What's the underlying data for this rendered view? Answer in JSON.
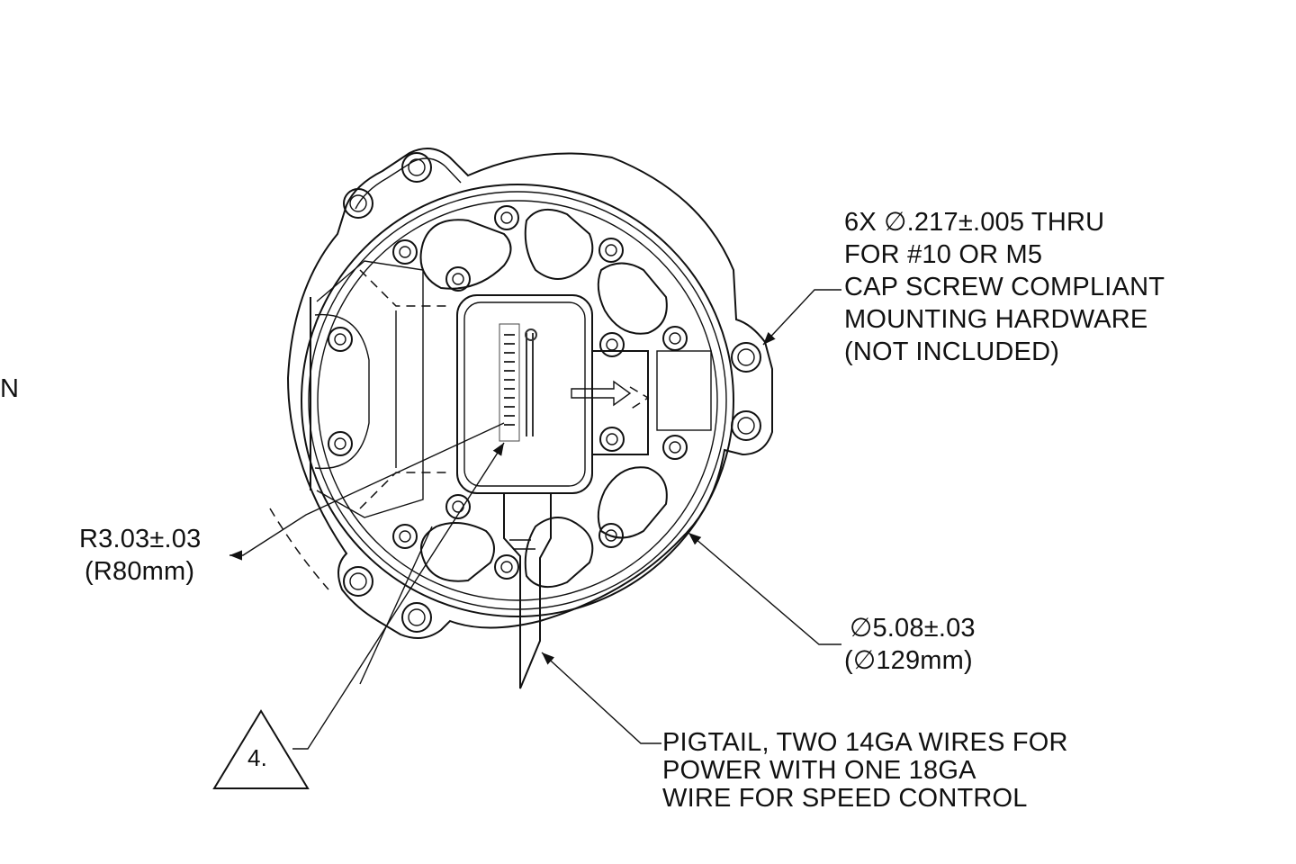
{
  "callouts": {
    "holes": {
      "lines": [
        "6X ∅.217±.005 THRU",
        "FOR #10 OR M5",
        "CAP SCREW COMPLIANT",
        "MOUNTING HARDWARE",
        "(NOT INCLUDED)"
      ]
    },
    "radius": {
      "lines": [
        "R3.03±.03",
        "(R80mm)"
      ]
    },
    "diameter": {
      "lines": [
        "∅5.08±.03",
        "(∅129mm)"
      ]
    },
    "pigtail": {
      "lines": [
        "PIGTAIL, TWO 14GA WIRES FOR",
        "POWER WITH ONE 18GA",
        "WIRE FOR SPEED CONTROL"
      ]
    },
    "note_flag": "4.",
    "edge_fragment": "N"
  },
  "icons": [
    "flag-triangle-icon",
    "leader-arrow-icon",
    "mounting-hole-icon",
    "flow-arrow-icon"
  ]
}
